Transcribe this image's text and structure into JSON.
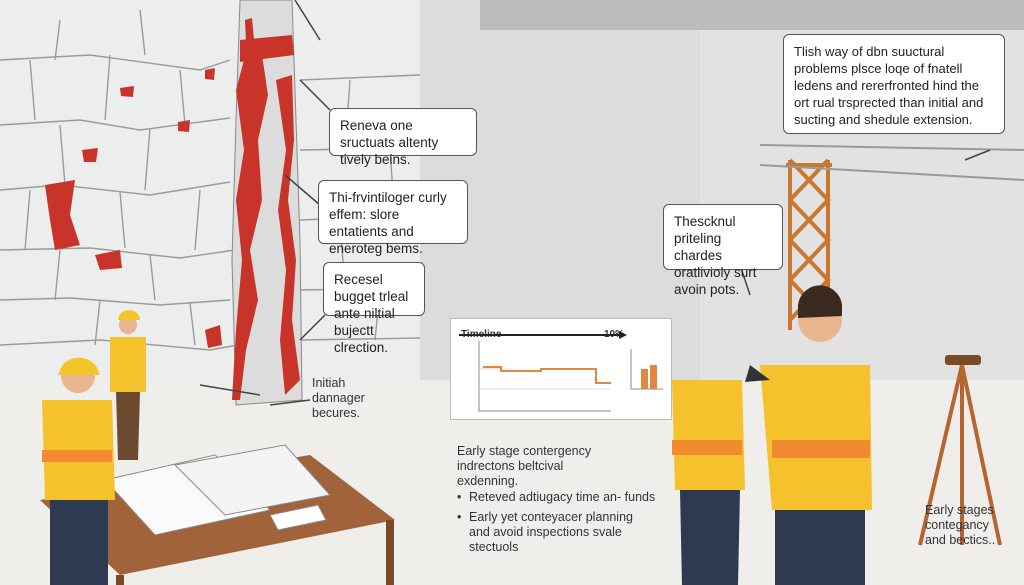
{
  "callouts": {
    "top_right": "Tlish way of dbn suuctural problems plsce loqe of fnatell ledens and rererfronted hind the ort rual trsprected than initial and sucting and shedule extension.",
    "upper_mid": "Reneva one sructuats altenty tively beins.",
    "mid_left": "Thi-frvintiloger curly effem: slore entatients and eneroteg bems.",
    "lower_left": "Recesel bugget trleal ante niltial bujectt clrection.",
    "right_mid": "Thescknul priteling chardes oratlivioly surt avoin pots.",
    "initial_damage": "Initiah dannager becures.",
    "early_text": "Early stage contergency indrectons beltcival exdenning.",
    "bottom_right": "Early stages contegancy and bectics.."
  },
  "bullets": [
    "Reteved adtiugacy time an- funds",
    "Early yet conteyacer planning and avoid inspections svale stectuols"
  ],
  "chart": {
    "title": "Timeline",
    "right_label": "10%"
  },
  "colors": {
    "crack_red": "#c8342a",
    "vest_yellow": "#f5c22e",
    "vest_orange": "#f28a32",
    "table_wood": "#a0633a",
    "scaffold": "#c9772e"
  }
}
